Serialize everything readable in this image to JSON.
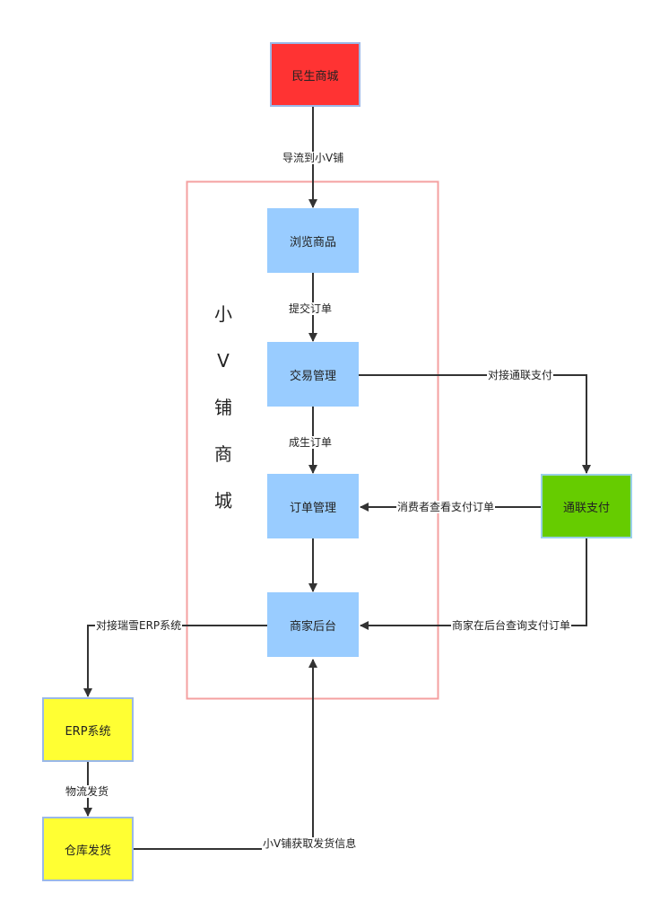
{
  "region": {
    "title_chars": [
      "小",
      "V",
      "铺",
      "商",
      "城"
    ]
  },
  "nodes": {
    "minsheng": "民生商城",
    "browse": "浏览商品",
    "trade": "交易管理",
    "order": "订单管理",
    "merchant": "商家后台",
    "tonglian": "通联支付",
    "erp": "ERP系统",
    "warehouse": "仓库发货"
  },
  "edges": {
    "to_xiaov": "导流到小V铺",
    "submit_order": "提交订单",
    "create_order": "成生订单",
    "connect_tonglian": "对接通联支付",
    "consumer_query": "消费者查看支付订单",
    "merchant_query": "商家在后台查询支付订单",
    "connect_erp": "对接瑞雪ERP系统",
    "logistics": "物流发货",
    "get_shipping": "小V铺获取发货信息"
  },
  "colors": {
    "minsheng": "#ff3333",
    "process": "#99ccff",
    "tonglian": "#66cc00",
    "erp": "#ffff33",
    "region_border": "#f4a0a0",
    "arrow": "#333333"
  }
}
